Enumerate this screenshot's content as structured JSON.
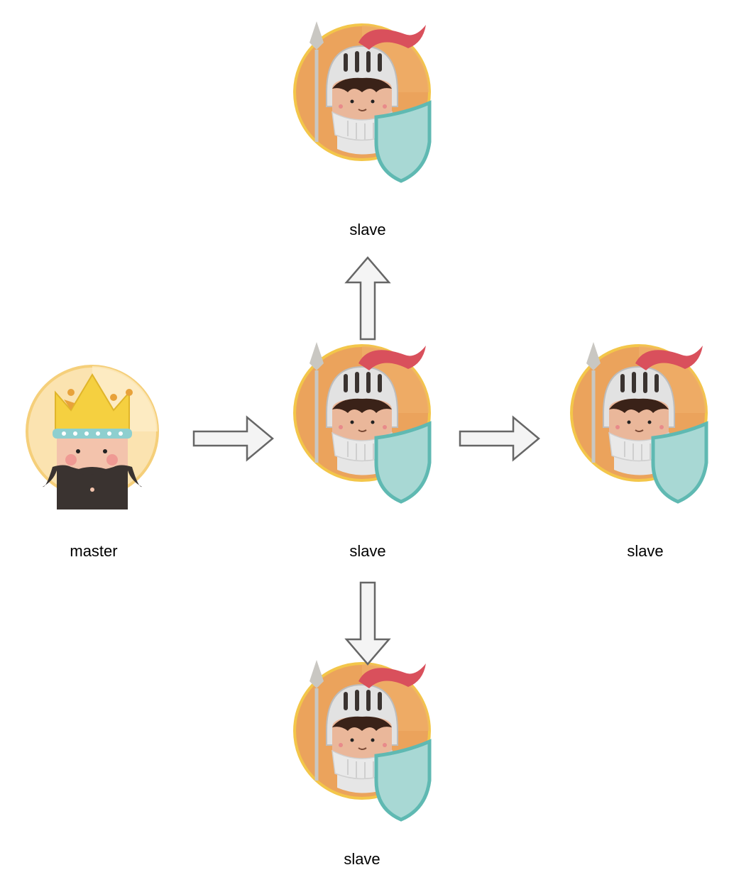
{
  "diagram": {
    "nodes": [
      {
        "id": "master",
        "label": "master",
        "icon": "king-icon"
      },
      {
        "id": "slave-center",
        "label": "slave",
        "icon": "knight-icon"
      },
      {
        "id": "slave-top",
        "label": "slave",
        "icon": "knight-icon"
      },
      {
        "id": "slave-right",
        "label": "slave",
        "icon": "knight-icon"
      },
      {
        "id": "slave-bottom",
        "label": "slave",
        "icon": "knight-icon"
      }
    ],
    "edges": [
      {
        "from": "master",
        "to": "slave-center"
      },
      {
        "from": "slave-center",
        "to": "slave-top"
      },
      {
        "from": "slave-center",
        "to": "slave-right"
      },
      {
        "from": "slave-center",
        "to": "slave-bottom"
      }
    ],
    "colors": {
      "arrow_fill": "#f4f4f4",
      "arrow_stroke": "#666666",
      "knight_bg": "#eba35c",
      "knight_ring": "#f3c64a",
      "shield": "#a8d8d4",
      "shield_edge": "#5fb9b2",
      "plume": "#d9505c",
      "crown": "#f5d040",
      "crown_band": "#8ecfcf",
      "beard": "#3a3330",
      "halo": "#fbe3b0"
    }
  }
}
